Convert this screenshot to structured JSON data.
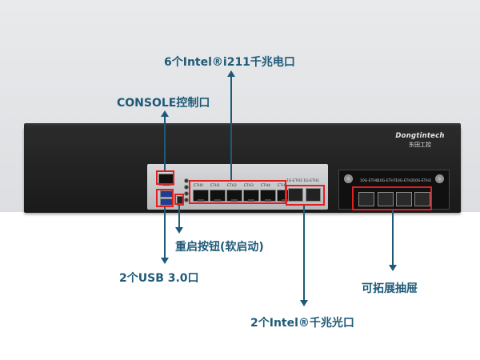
{
  "brand": {
    "name": "Dongtintech",
    "cn": "东田工控"
  },
  "panel_labels": {
    "eth": [
      "ETH0",
      "ETH1",
      "ETH2",
      "ETH3",
      "ETH4",
      "ETH5"
    ],
    "sfp_group": "1G-ETH3  1G-ETH1",
    "drawer": [
      "10G-ETH8",
      "10G-ETH7",
      "10G-ETH2",
      "10G-ETH3"
    ]
  },
  "callouts": {
    "copper_ports": "6个Intel®i211千兆电口",
    "console": "CONSOLE控制口",
    "reset": "重启按钮(软启动)",
    "usb": "2个USB 3.0口",
    "fiber_ports": "2个Intel®千兆光口",
    "drawer": "可拓展抽屉"
  },
  "colors": {
    "callout": "#1e5a78",
    "highlight": "#e02020"
  }
}
